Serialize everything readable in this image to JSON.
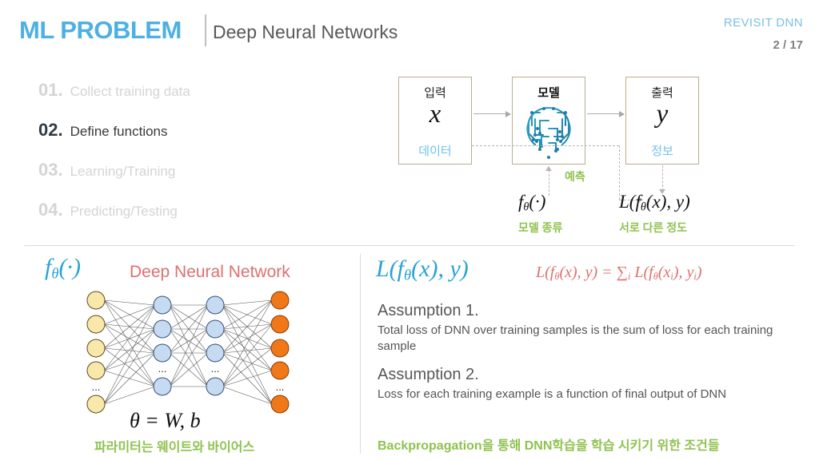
{
  "header": {
    "title": "ML PROBLEM",
    "subtitle": "Deep Neural Networks",
    "chapter": "REVISIT DNN",
    "page": "2 / 17",
    "accent_blue": "#4db0e2",
    "chapter_blue": "#7cc1e4",
    "page_gray": "#808080"
  },
  "steps": [
    {
      "num": "01.",
      "label": "Collect training data",
      "active": false
    },
    {
      "num": "02.",
      "label": "Define functions",
      "active": true
    },
    {
      "num": "03.",
      "label": "Learning/Training",
      "active": false
    },
    {
      "num": "04.",
      "label": "Predicting/Testing",
      "active": false
    }
  ],
  "diagram": {
    "input": {
      "top": "입력",
      "symbol": "x",
      "bottom": "데이터"
    },
    "model": {
      "top": "모델",
      "icon": "circuit-brain-icon",
      "bottom": ""
    },
    "output": {
      "top": "출력",
      "symbol": "y",
      "bottom": "정보"
    },
    "predict_label": "예측",
    "model_fn": "f",
    "model_fn_sub": "θ",
    "model_fn_tail": "(·)",
    "model_fn_caption": "모델 종류",
    "loss_fn": "L(f",
    "loss_fn_sub": "θ",
    "loss_fn_tail": "(x), y)",
    "loss_fn_caption": "서로 다른 정도",
    "box_border": "#b9ae8c",
    "korean_blue": "#6ec3ea",
    "green": "#8fc24f"
  },
  "bottom_left": {
    "fn_symbol": "f",
    "fn_sub": "θ",
    "fn_tail": "(·)",
    "heading": "Deep Neural Network",
    "heading_color": "#e0706e",
    "equation": "θ = W, b",
    "caption": "파라미터는 웨이트와 바이어스",
    "network": {
      "layers": [
        {
          "name": "input-layer",
          "count": 5,
          "color": "#fae8ab",
          "ellipsis": true
        },
        {
          "name": "hidden-layer-1",
          "count": 4,
          "color": "#c6daf2",
          "ellipsis": true
        },
        {
          "name": "hidden-layer-2",
          "count": 4,
          "color": "#c6daf2",
          "ellipsis": true
        },
        {
          "name": "output-layer",
          "count": 5,
          "color": "#f07818",
          "ellipsis": true
        }
      ],
      "ellipsis_glyph": "..."
    }
  },
  "bottom_right": {
    "loss_symbol": "L(f",
    "loss_symbol_sub": "θ",
    "loss_symbol_tail": "(x), y)",
    "loss_equation_left": "L(f",
    "loss_equation_mid": "(x), y) = ∑",
    "loss_equation_right": " L(f",
    "loss_equation_end": "(x",
    "assumptions": [
      {
        "heading": "Assumption 1.",
        "body": "Total loss of DNN over training samples is the sum of loss for each training sample"
      },
      {
        "heading": "Assumption 2.",
        "body": "Loss for each training example is a function of final output of DNN"
      }
    ],
    "footer": "Backpropagation을 통해 DNN학습을 학습 시키기 위한 조건들",
    "footer_color": "#8fc24f"
  }
}
